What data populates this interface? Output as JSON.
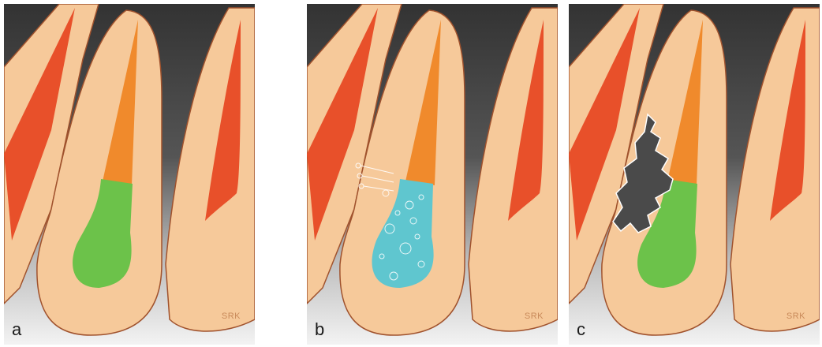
{
  "panels": [
    {
      "label": "a",
      "signature": "SRK"
    },
    {
      "label": "b",
      "signature": "SRK"
    },
    {
      "label": "c",
      "signature": "SRK"
    }
  ],
  "colors": {
    "background_dark": "#3a3a3a",
    "background_light": "#ececec",
    "tooth": "#f6c99a",
    "tooth_outline": "#a0522d",
    "pulp": "#f08a2c",
    "pulp_dark": "#e8502a",
    "filling_green": "#6cc24a",
    "filling_blue": "#5fc6cf"
  }
}
